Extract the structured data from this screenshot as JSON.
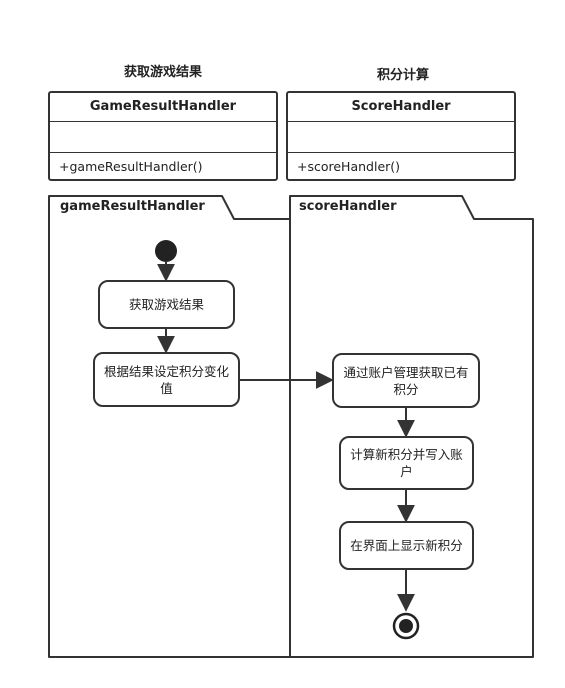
{
  "headings": {
    "left": "获取游戏结果",
    "right": "积分计算"
  },
  "classes": [
    {
      "name": "GameResultHandler",
      "operation": "+gameResultHandler()"
    },
    {
      "name": "ScoreHandler",
      "operation": "+scoreHandler()"
    }
  ],
  "swimlanes": [
    {
      "label": "gameResultHandler"
    },
    {
      "label": "scoreHandler"
    }
  ],
  "activities": {
    "get_result": "获取游戏结果",
    "set_change": "根据结果设定积分变化值",
    "get_score": "通过账户管理获取已有积分",
    "calc_write": "计算新积分并写入账户",
    "show_score": "在界面上显示新积分"
  }
}
